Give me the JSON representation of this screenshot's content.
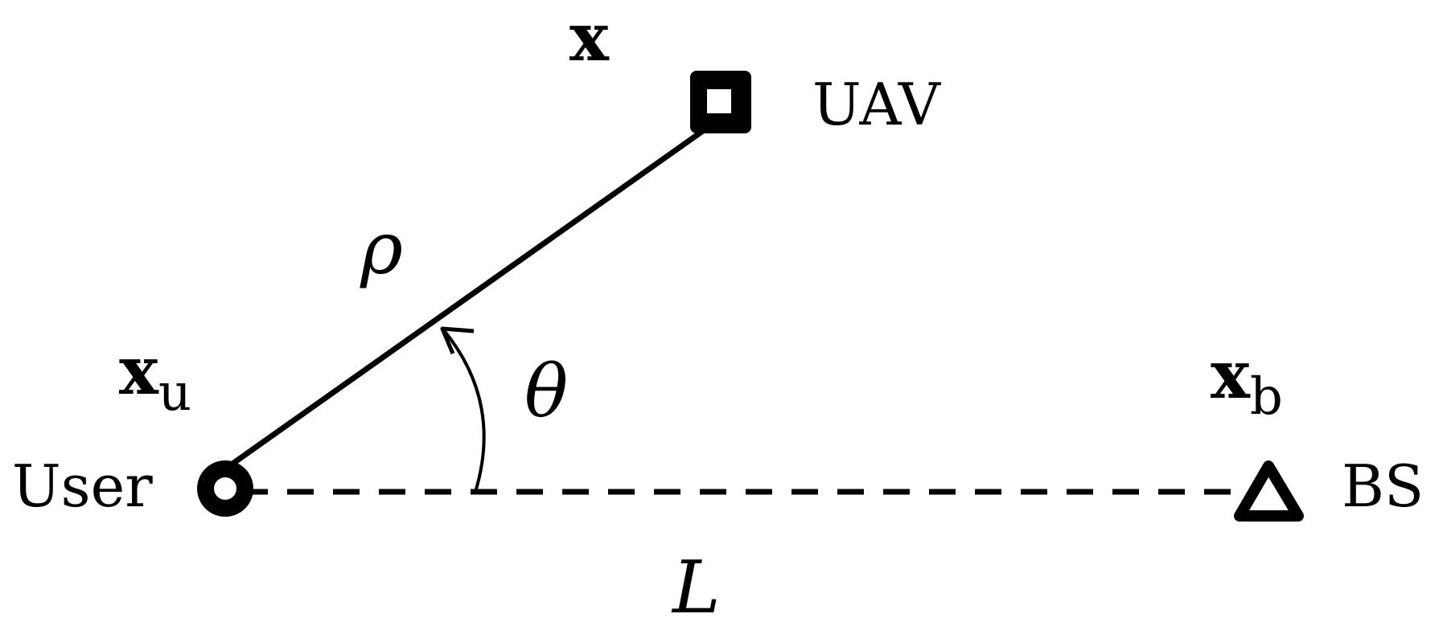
{
  "nodes": {
    "uav": {
      "label": "UAV",
      "vector": "x",
      "vector_sub": ""
    },
    "user": {
      "label": "User",
      "vector": "x",
      "vector_sub": "u"
    },
    "bs": {
      "label": "BS",
      "vector": "x",
      "vector_sub": "b"
    }
  },
  "quantities": {
    "distance": "ρ",
    "angle": "θ",
    "baseline": "L"
  }
}
